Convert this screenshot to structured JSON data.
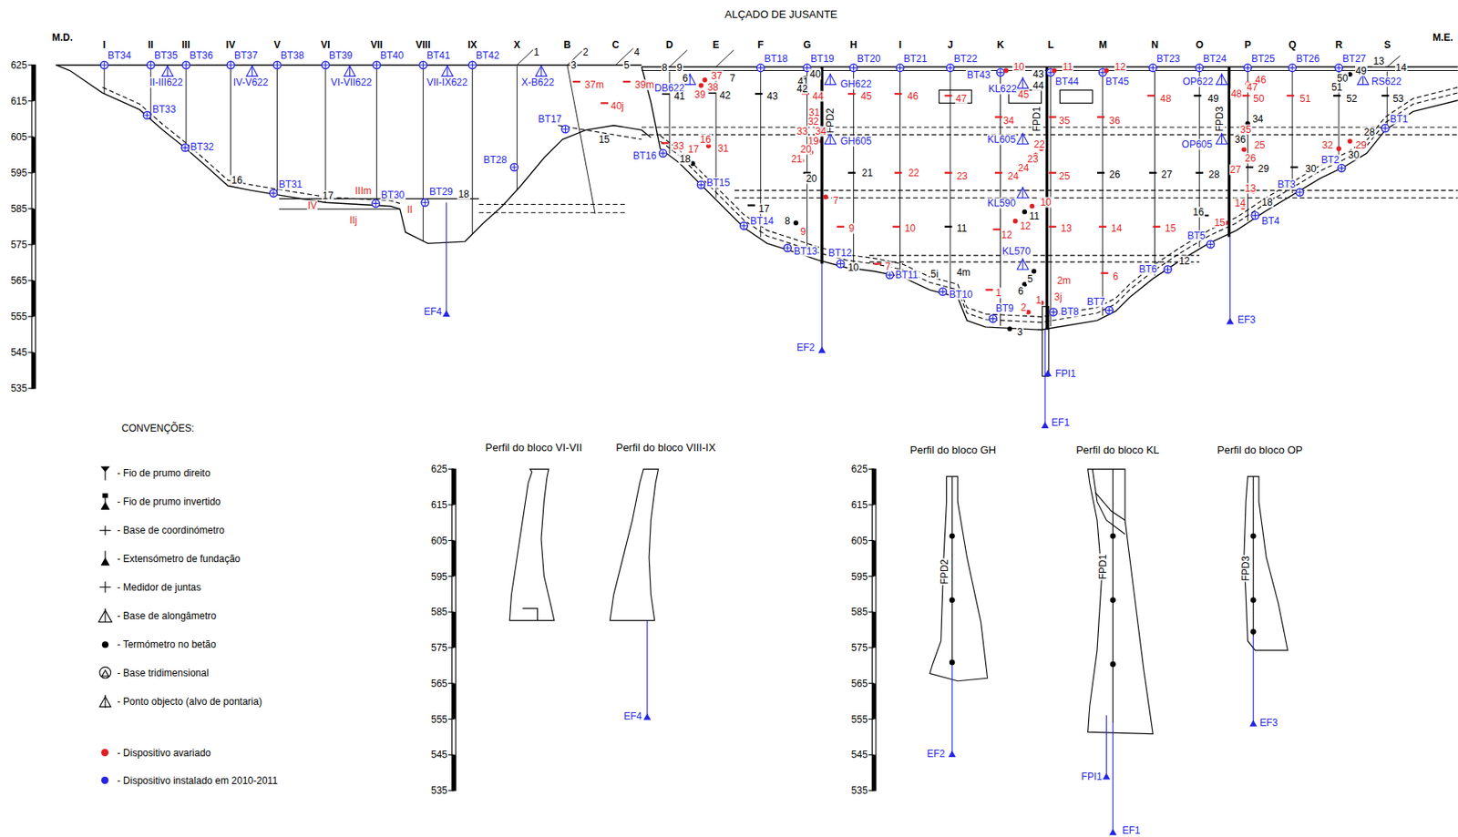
{
  "diagram": {
    "title": "ALÇADO DE JUSANTE",
    "labels": [
      "M.D.",
      "M.E.",
      "I",
      "II",
      "III",
      "IV",
      "V",
      "VI",
      "VII",
      "VIII",
      "IX",
      "X",
      "B",
      "C",
      "D",
      "E",
      "F",
      "G",
      "H",
      "I",
      "J",
      "K",
      "L",
      "M",
      "N",
      "O",
      "P",
      "Q",
      "R",
      "S",
      "625",
      "615",
      "605",
      "595",
      "585",
      "575",
      "565",
      "555",
      "545",
      "535",
      "625",
      "615",
      "605",
      "595",
      "585",
      "575",
      "565",
      "555",
      "545",
      "535",
      "625",
      "615",
      "605",
      "595",
      "585",
      "575",
      "565",
      "555",
      "545",
      "535",
      "BT34",
      "BT35",
      "BT36",
      "BT37",
      "BT38",
      "BT39",
      "BT40",
      "BT41",
      "BT42",
      "II-III622",
      "IV-V622",
      "VI-VII622",
      "VII-IX622",
      "X-B622",
      "BT33",
      "BT32",
      "BT31",
      "BT30",
      "BT29",
      "BT28",
      "BT17",
      "EF4",
      "16",
      "17",
      "18",
      "IV",
      "IIIm",
      "IIj",
      "II",
      "1",
      "2",
      "3",
      "4",
      "5",
      "37m",
      "39m",
      "40j",
      "15",
      "BT18",
      "BT19",
      "BT20",
      "BT21",
      "BT22",
      "BT43",
      "BT44",
      "BT45",
      "BT23",
      "BT24",
      "BT25",
      "BT26",
      "BT27",
      "RS622",
      "BT1",
      "BT2",
      "BT3",
      "BT4",
      "BT5",
      "BT6",
      "BT7",
      "BT8",
      "BT9",
      "BT10",
      "BT11",
      "BT12",
      "BT13",
      "BT14",
      "BT15",
      "BT16",
      "DB622",
      "GH622",
      "GH605",
      "KL622",
      "KL605",
      "KL590",
      "KL570",
      "OP622",
      "OP605",
      "FPD2",
      "FPD1",
      "FPD3",
      "EF2",
      "FPI1",
      "EF1",
      "EF3",
      "6",
      "7",
      "8",
      "9",
      "37",
      "38",
      "39",
      "42",
      "41",
      "43",
      "44",
      "45",
      "46",
      "47",
      "45",
      "48",
      "49",
      "50",
      "51",
      "52",
      "53",
      "40",
      "41",
      "42",
      "10",
      "11",
      "12",
      "43",
      "44",
      "46",
      "47",
      "48",
      "49",
      "50",
      "51",
      "13",
      "14",
      "33",
      "17",
      "16",
      "31",
      "18",
      "31",
      "32",
      "33",
      "34",
      "19",
      "20",
      "21",
      "20",
      "21",
      "22",
      "23",
      "24",
      "25",
      "26",
      "27",
      "28",
      "29",
      "30",
      "34",
      "35",
      "36",
      "22",
      "23",
      "24",
      "34",
      "35",
      "36",
      "25",
      "26",
      "27",
      "32",
      "28",
      "29",
      "30",
      "17",
      "7",
      "8",
      "9",
      "9",
      "10",
      "11",
      "10",
      "11",
      "12",
      "12",
      "13",
      "14",
      "15",
      "16",
      "15",
      "14",
      "13",
      "18",
      "10",
      "7",
      "5i",
      "4m",
      "5",
      "6",
      "2m",
      "3j",
      "1",
      "1",
      "2",
      "3",
      "6",
      "12",
      "CONVENÇÕES:",
      "Perfil do bloco VI-VII",
      "Perfil do bloco VIII-IX",
      "Perfil do bloco GH",
      "Perfil do bloco KL",
      "Perfil do bloco OP",
      "EF4",
      "FPD2",
      "EF2",
      "FPD1",
      "FPI1",
      "EF1",
      "FPD3",
      "EF3"
    ],
    "legend": [
      {
        "text": "- Fio de prumo direito"
      },
      {
        "text": "- Fio de prumo invertido"
      },
      {
        "text": "- Base de coordinómetro"
      },
      {
        "text": "- Extensómetro de fundação"
      },
      {
        "text": "- Medidor de juntas"
      },
      {
        "text": "- Base de alongâmetro"
      },
      {
        "text": "- Termómetro no betão"
      },
      {
        "text": "- Base tridimensional"
      },
      {
        "text": "- Ponto objecto (alvo de pontaria)"
      },
      {
        "text": "- Dispositivo avariado",
        "color": "#e31e24"
      },
      {
        "text": "- Dispositivo instalado em 2010-2011",
        "color": "#2424e6"
      }
    ]
  }
}
